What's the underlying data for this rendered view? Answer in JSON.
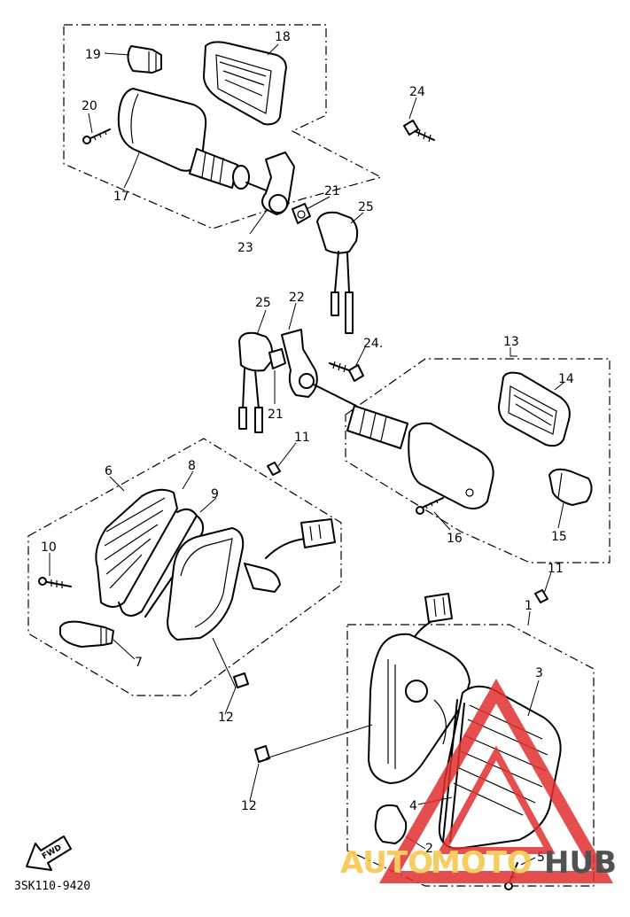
{
  "diagram_code": "3SK110-9420",
  "fwd_label": "FWD",
  "watermark": {
    "part1": "AUTO",
    "part2": "MOTO",
    "part3": "HUB",
    "color_auto": "#f5c542",
    "color_moto": "#f5c542",
    "color_hub": "#333333",
    "triangle_color": "#e03030"
  },
  "callouts": {
    "n1": "1",
    "n2": "2",
    "n3": "3",
    "n4": "4",
    "n5": "5",
    "n6": "6",
    "n7": "7",
    "n8": "8",
    "n9": "9",
    "n10": "10",
    "n11a": "11",
    "n11b": "11",
    "n12a": "12",
    "n12b": "12",
    "n13": "13",
    "n14": "14",
    "n15": "15",
    "n16": "16",
    "n17": "17",
    "n18": "18",
    "n19": "19",
    "n20": "20",
    "n21a": "21",
    "n21b": "21",
    "n22": "22",
    "n23": "23",
    "n24a": "24",
    "n24b": "24.",
    "n25a": "25",
    "n25b": "25"
  }
}
